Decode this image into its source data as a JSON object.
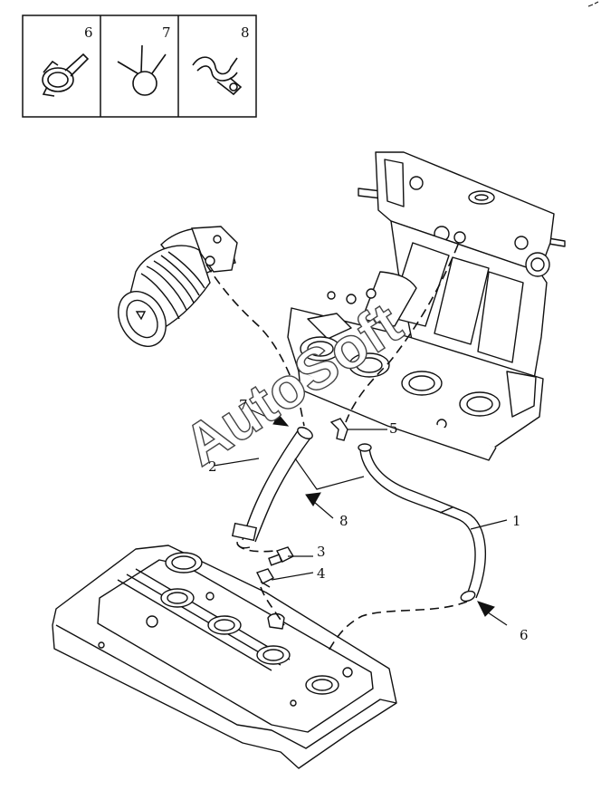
{
  "legend_box": {
    "cells": [
      {
        "number": "6",
        "icon": "hose-clamp-icon"
      },
      {
        "number": "7",
        "icon": "spring-clip-icon"
      },
      {
        "number": "8",
        "icon": "wire-clip-icon"
      }
    ]
  },
  "callouts": {
    "c1": "1",
    "c2": "2",
    "c3": "3",
    "c4": "4",
    "c5": "5",
    "c6": "6",
    "c7": "7",
    "c8": "8"
  },
  "watermark": "AutoSoft",
  "parts": [
    "intake-manifold",
    "air-intake-hose",
    "valve-cover",
    "breather-hose",
    "pcv-hose",
    "pcv-valve",
    "grommet",
    "elbow-fitting"
  ]
}
